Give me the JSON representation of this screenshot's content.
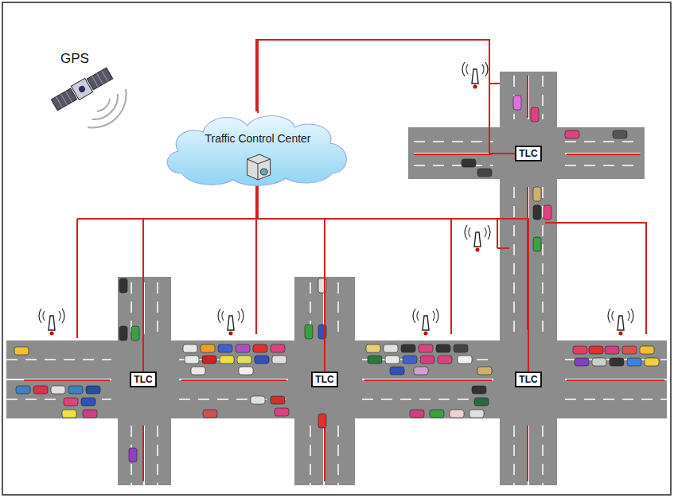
{
  "diagram": {
    "nodes": [
      {
        "text": [
          "Traffic Control Center"
        ]
      },
      {
        "text": [
          "TLC"
        ]
      },
      {
        "text": [
          "TLC"
        ]
      },
      {
        "text": [
          "TLC"
        ]
      },
      {
        "text": [
          "TLC"
        ]
      }
    ],
    "edges": [
      {
        "from": 0,
        "to": 1,
        "arrow": "none"
      },
      {
        "from": 0,
        "to": 2,
        "arrow": "none"
      },
      {
        "from": 0,
        "to": 3,
        "arrow": "none"
      },
      {
        "from": 0,
        "to": 4,
        "arrow": "none"
      }
    ],
    "labels": [
      "GPS"
    ]
  }
}
